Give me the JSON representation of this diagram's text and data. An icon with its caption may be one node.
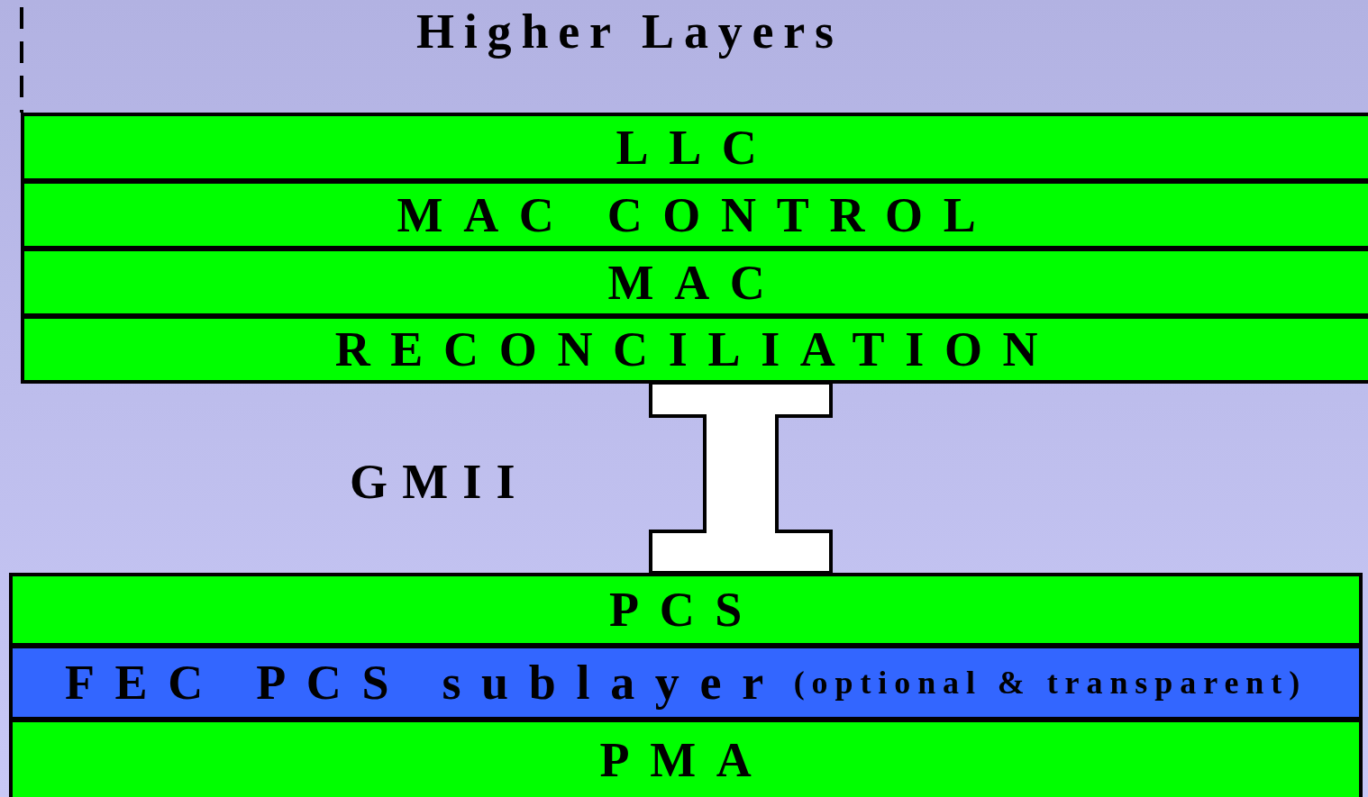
{
  "diagram": {
    "nodes": [
      {
        "text": [
          "LLC"
        ]
      },
      {
        "text": [
          "MAC CONTROL"
        ]
      },
      {
        "text": [
          "MAC"
        ]
      },
      {
        "text": [
          "RECONCILIATION"
        ]
      },
      {
        "text": [
          "PCS"
        ]
      },
      {
        "text": [
          "FEC PCS sublayer",
          "(optional & transparent)"
        ]
      },
      {
        "text": [
          "PMA"
        ]
      }
    ],
    "edges": [
      {
        "from": 3,
        "to": 4,
        "arrow": "other",
        "label": "GMII"
      }
    ],
    "labels": [
      "Higher Layers"
    ]
  }
}
